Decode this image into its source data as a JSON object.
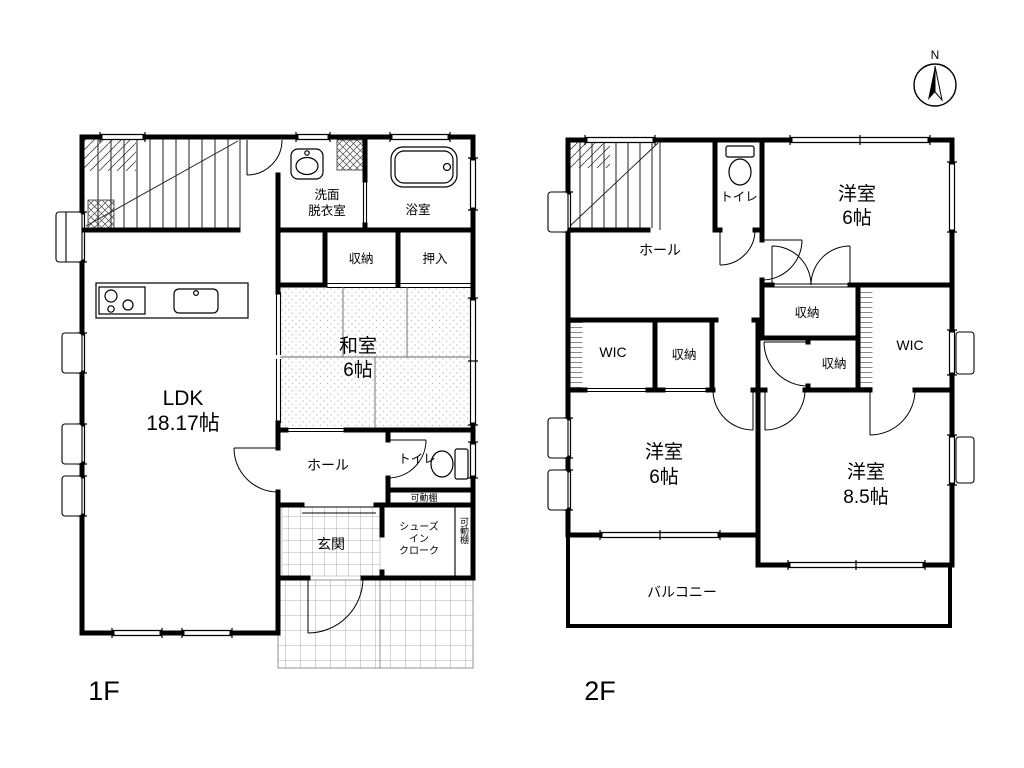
{
  "page": {
    "background": "#ffffff",
    "wall_color": "#000000"
  },
  "compass": {
    "label": "N"
  },
  "floor1": {
    "label": "1F",
    "rooms": {
      "ldk": {
        "name": "LDK",
        "size": "18.17帖"
      },
      "washitsu": {
        "name": "和室",
        "size": "6帖"
      },
      "senmen": {
        "line1": "洗面",
        "line2": "脱衣室"
      },
      "yokushitsu": {
        "name": "浴室"
      },
      "shunou": {
        "name": "収納"
      },
      "oshiire": {
        "name": "押入"
      },
      "hall": {
        "name": "ホール"
      },
      "toilet": {
        "name": "トイレ"
      },
      "genkan": {
        "name": "玄関"
      },
      "shoes": {
        "line1": "シューズ",
        "line2": "イン",
        "line3": "クローク"
      },
      "kadoudana_top": {
        "name": "可動棚"
      },
      "kadoudana_side": {
        "name": "可動棚"
      }
    }
  },
  "floor2": {
    "label": "2F",
    "rooms": {
      "toilet": {
        "name": "トイレ"
      },
      "hall": {
        "name": "ホール"
      },
      "yoshitsu_ne": {
        "name": "洋室",
        "size": "6帖"
      },
      "shunou_a": {
        "name": "収納"
      },
      "shunou_b": {
        "name": "収納"
      },
      "shunou_c": {
        "name": "収納"
      },
      "wic_w": {
        "name": "WIC"
      },
      "wic_e": {
        "name": "WIC"
      },
      "yoshitsu_sw": {
        "name": "洋室",
        "size": "6帖"
      },
      "yoshitsu_se": {
        "name": "洋室",
        "size": "8.5帖"
      },
      "balcony": {
        "name": "バルコニー"
      }
    }
  }
}
